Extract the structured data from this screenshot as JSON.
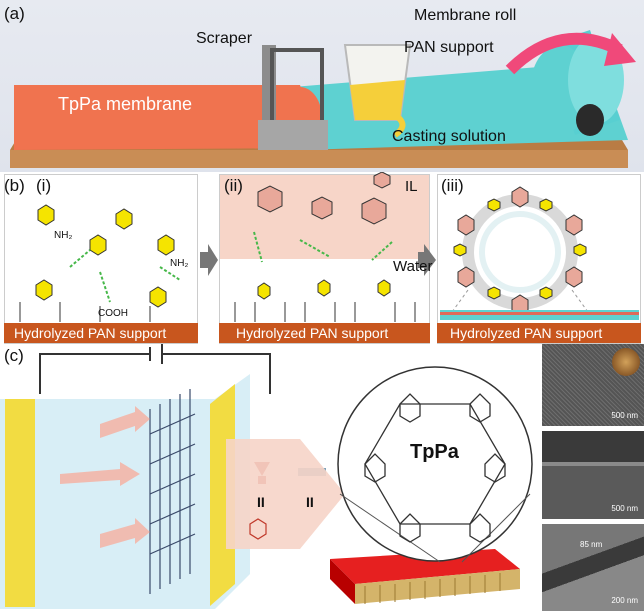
{
  "panel_a": {
    "label": "(a)",
    "membrane_label": "TpPa membrane",
    "scraper_label": "Scraper",
    "support_label": "PAN support",
    "roll_label": "Membrane roll",
    "solution_label": "Casting solution"
  },
  "panel_b": {
    "label": "(b)",
    "sub_i": "(i)",
    "sub_ii": "(ii)",
    "sub_iii": "(iii)",
    "il_label": "IL",
    "water_label": "Water",
    "support_i": "Hydrolyzed PAN support",
    "support_ii": "Hydrolyzed PAN support",
    "support_iii": "Hydrolyzed PAN support",
    "nh2": "NH₂",
    "cooh": "COOH"
  },
  "panel_c": {
    "label": "(c)",
    "tppa_label": "TpPa",
    "arrow_mark_1": "II",
    "arrow_mark_2": "II",
    "sem1_scale": "500 nm",
    "sem2_scale": "500 nm",
    "tem_thickness": "85 nm",
    "tem_scale": "200 nm"
  },
  "colors": {
    "membrane": "#f0734f",
    "support": "#5ed1d1",
    "pan_bar": "#c8561e",
    "ring": "#f5e400",
    "il_bg": "#f7d5c8"
  }
}
